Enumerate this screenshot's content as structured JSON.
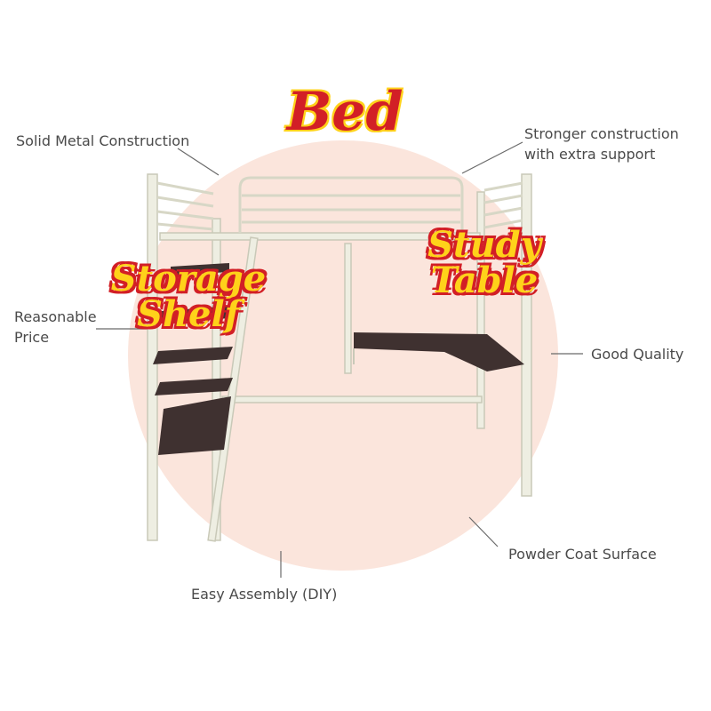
{
  "badges": {
    "bed": "Bed",
    "storage_shelf": [
      "Storage",
      "Shelf"
    ],
    "study_table": [
      "Study",
      "Table"
    ]
  },
  "features": {
    "solid_metal": "Solid Metal Construction",
    "stronger_construction": [
      "Stronger construction",
      "with extra support"
    ],
    "reasonable_price": [
      "Reasonable",
      "Price"
    ],
    "good_quality": "Good Quality",
    "powder_coat": "Powder Coat Surface",
    "easy_assembly": "Easy Assembly (DIY)"
  },
  "colors": {
    "circle": "#fbe5dc",
    "badge_red": "#d21f26",
    "badge_yellow": "#ffd21a",
    "frame": "#eeeee2",
    "frame_stroke": "#c9c9b8",
    "shelf": "#3f3130",
    "leader": "#6a6a6a"
  }
}
